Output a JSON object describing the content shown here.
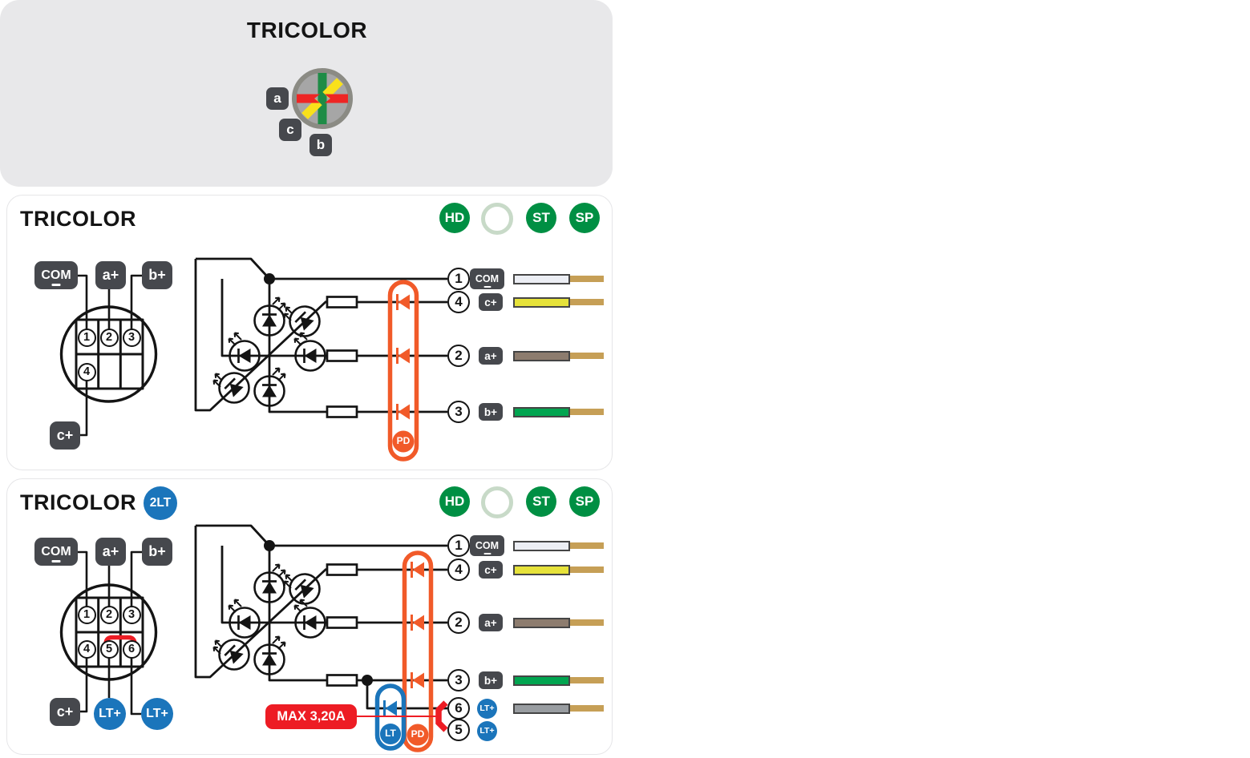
{
  "colors": {
    "ink": "#141414",
    "panel_gray": "#e8e8ea",
    "badge_dark": "#46484d",
    "green": "#008f43",
    "sage": "#c8dac8",
    "blue": "#1b75bb",
    "orange": "#f15a29",
    "red": "#ed1c24",
    "wire_tip": "#c69f56",
    "conn_gray": "#a6a6a6",
    "conn_ring": "#8b8b84",
    "conn_green": "#1e8c46",
    "conn_yellow": "#f9e11a",
    "conn_red": "#ee2524"
  },
  "top": {
    "title": "TRICOLOR",
    "labels": {
      "a": "a",
      "c": "c",
      "b": "b"
    }
  },
  "feature_badges": {
    "hd": "HD",
    "st": "ST",
    "sp": "SP"
  },
  "p1": {
    "title": "TRICOLOR",
    "pin_labels": {
      "com": "COM",
      "a": "a+",
      "b": "b+",
      "c": "c+"
    },
    "pins": [
      "1",
      "2",
      "3",
      "4"
    ],
    "pd": "PD",
    "outputs": [
      {
        "num": "1",
        "label": "COM",
        "wire": "#eceef4"
      },
      {
        "num": "4",
        "label": "c+",
        "wire": "#e6e23a"
      },
      {
        "num": "2",
        "label": "a+",
        "wire": "#8d7c6e"
      },
      {
        "num": "3",
        "label": "b+",
        "wire": "#01a550"
      }
    ]
  },
  "p2": {
    "title": "TRICOLOR",
    "variant": "2LT",
    "pin_labels": {
      "com": "COM",
      "a": "a+",
      "b": "b+",
      "c": "c+",
      "lt": "LT+"
    },
    "pins": [
      "1",
      "2",
      "3",
      "4",
      "5",
      "6"
    ],
    "pd": "PD",
    "lt": "LT",
    "max_current": "MAX 3,20A",
    "outputs": [
      {
        "num": "1",
        "label": "COM",
        "wire": "#eceef4"
      },
      {
        "num": "4",
        "label": "c+",
        "wire": "#e6e23a"
      },
      {
        "num": "2",
        "label": "a+",
        "wire": "#8d7c6e"
      },
      {
        "num": "3",
        "label": "b+",
        "wire": "#01a550"
      },
      {
        "num": "6",
        "label": "LT+",
        "wire": "#999da1"
      },
      {
        "num": "5",
        "label": "LT+"
      }
    ]
  }
}
